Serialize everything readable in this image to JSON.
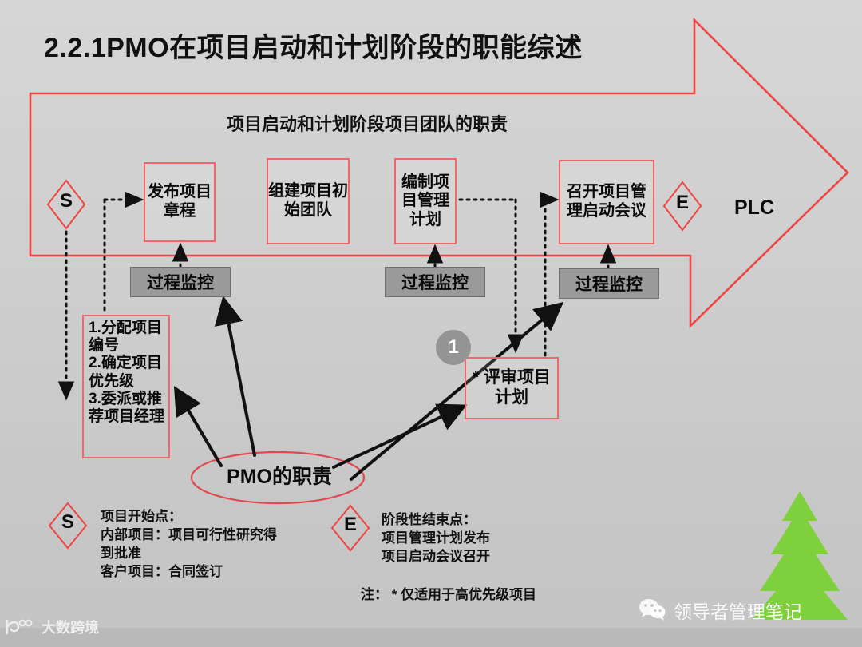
{
  "page": {
    "title": "2.2.1PMO在项目启动和计划阶段的职能综述",
    "subtitle": "项目启动和计划阶段项目团队的职责",
    "background_color": "#c9c9c9",
    "accent_red": "#f2656a",
    "monitor_gray": "#9a9a9a",
    "tree_green": "#7ed03c"
  },
  "lifecycle": {
    "start_marker": "S",
    "end_marker": "E",
    "phase_label": "PLC"
  },
  "process_boxes": [
    {
      "id": "box1",
      "label": "发布项目章程"
    },
    {
      "id": "box2",
      "label": "组建项目初始团队"
    },
    {
      "id": "box3",
      "label": "编制项目管理计划"
    },
    {
      "id": "box4",
      "label": "召开项目管理启动会议"
    }
  ],
  "review_box": {
    "label": "* 评审项目计划",
    "badge": "1"
  },
  "pmo_list": {
    "items": [
      "1.分配项目编号",
      "2.确定项目优先级",
      "3.委派或推荐项目经理"
    ],
    "joined": "1.分配项目编号2.确定项目优先级3.委派或推荐项目经理"
  },
  "monitor_boxes": [
    {
      "id": "mon1",
      "label": "过程监控"
    },
    {
      "id": "mon2",
      "label": "过程监控"
    },
    {
      "id": "mon3",
      "label": "过程监控"
    }
  ],
  "pmo_ellipse": {
    "label": "PMO的职责"
  },
  "legend": {
    "start": {
      "marker": "S",
      "lines": [
        "项目开始点：",
        "内部项目：项目可行性研究得",
        "到批准",
        "客户项目：合同签订"
      ]
    },
    "end": {
      "marker": "E",
      "lines": [
        "阶段性结束点：",
        "项目管理计划发布",
        "项目启动会议召开"
      ]
    },
    "note": "注：  * 仅适用于高优先级项目"
  },
  "watermarks": {
    "right": {
      "icon": "wechat-icon",
      "text": "领导者管理笔记"
    },
    "left": {
      "icon": "dashukuajing-logo",
      "text": "大数跨境"
    }
  }
}
